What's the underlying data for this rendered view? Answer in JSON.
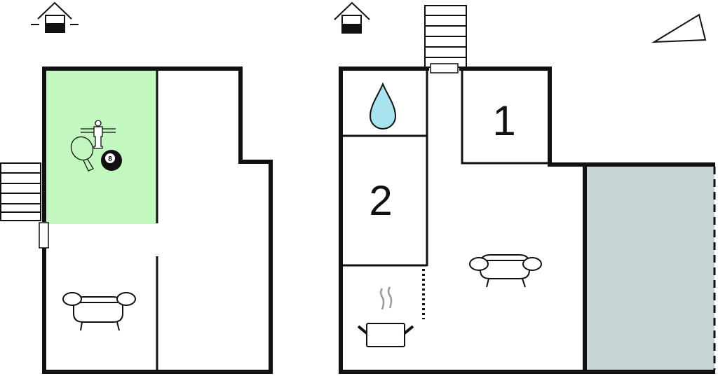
{
  "floorplan": {
    "rooms": {
      "bedroom_1_label": "1",
      "bedroom_2_label": "2",
      "billiard_ball_number": "8"
    },
    "colors": {
      "game_room": "#c2f7bf",
      "terrace": "#c9d5d5",
      "water_drop": "#a8e3ef",
      "wall": "#111111"
    },
    "icons": [
      "house-level-icon-lower",
      "house-level-icon-upper",
      "north-arrow-icon",
      "foosball-icon",
      "ping-pong-icon",
      "billiard-ball-icon",
      "sofa-icon",
      "bathroom-drop-icon",
      "kitchen-pot-icon",
      "stairs-icon"
    ]
  }
}
